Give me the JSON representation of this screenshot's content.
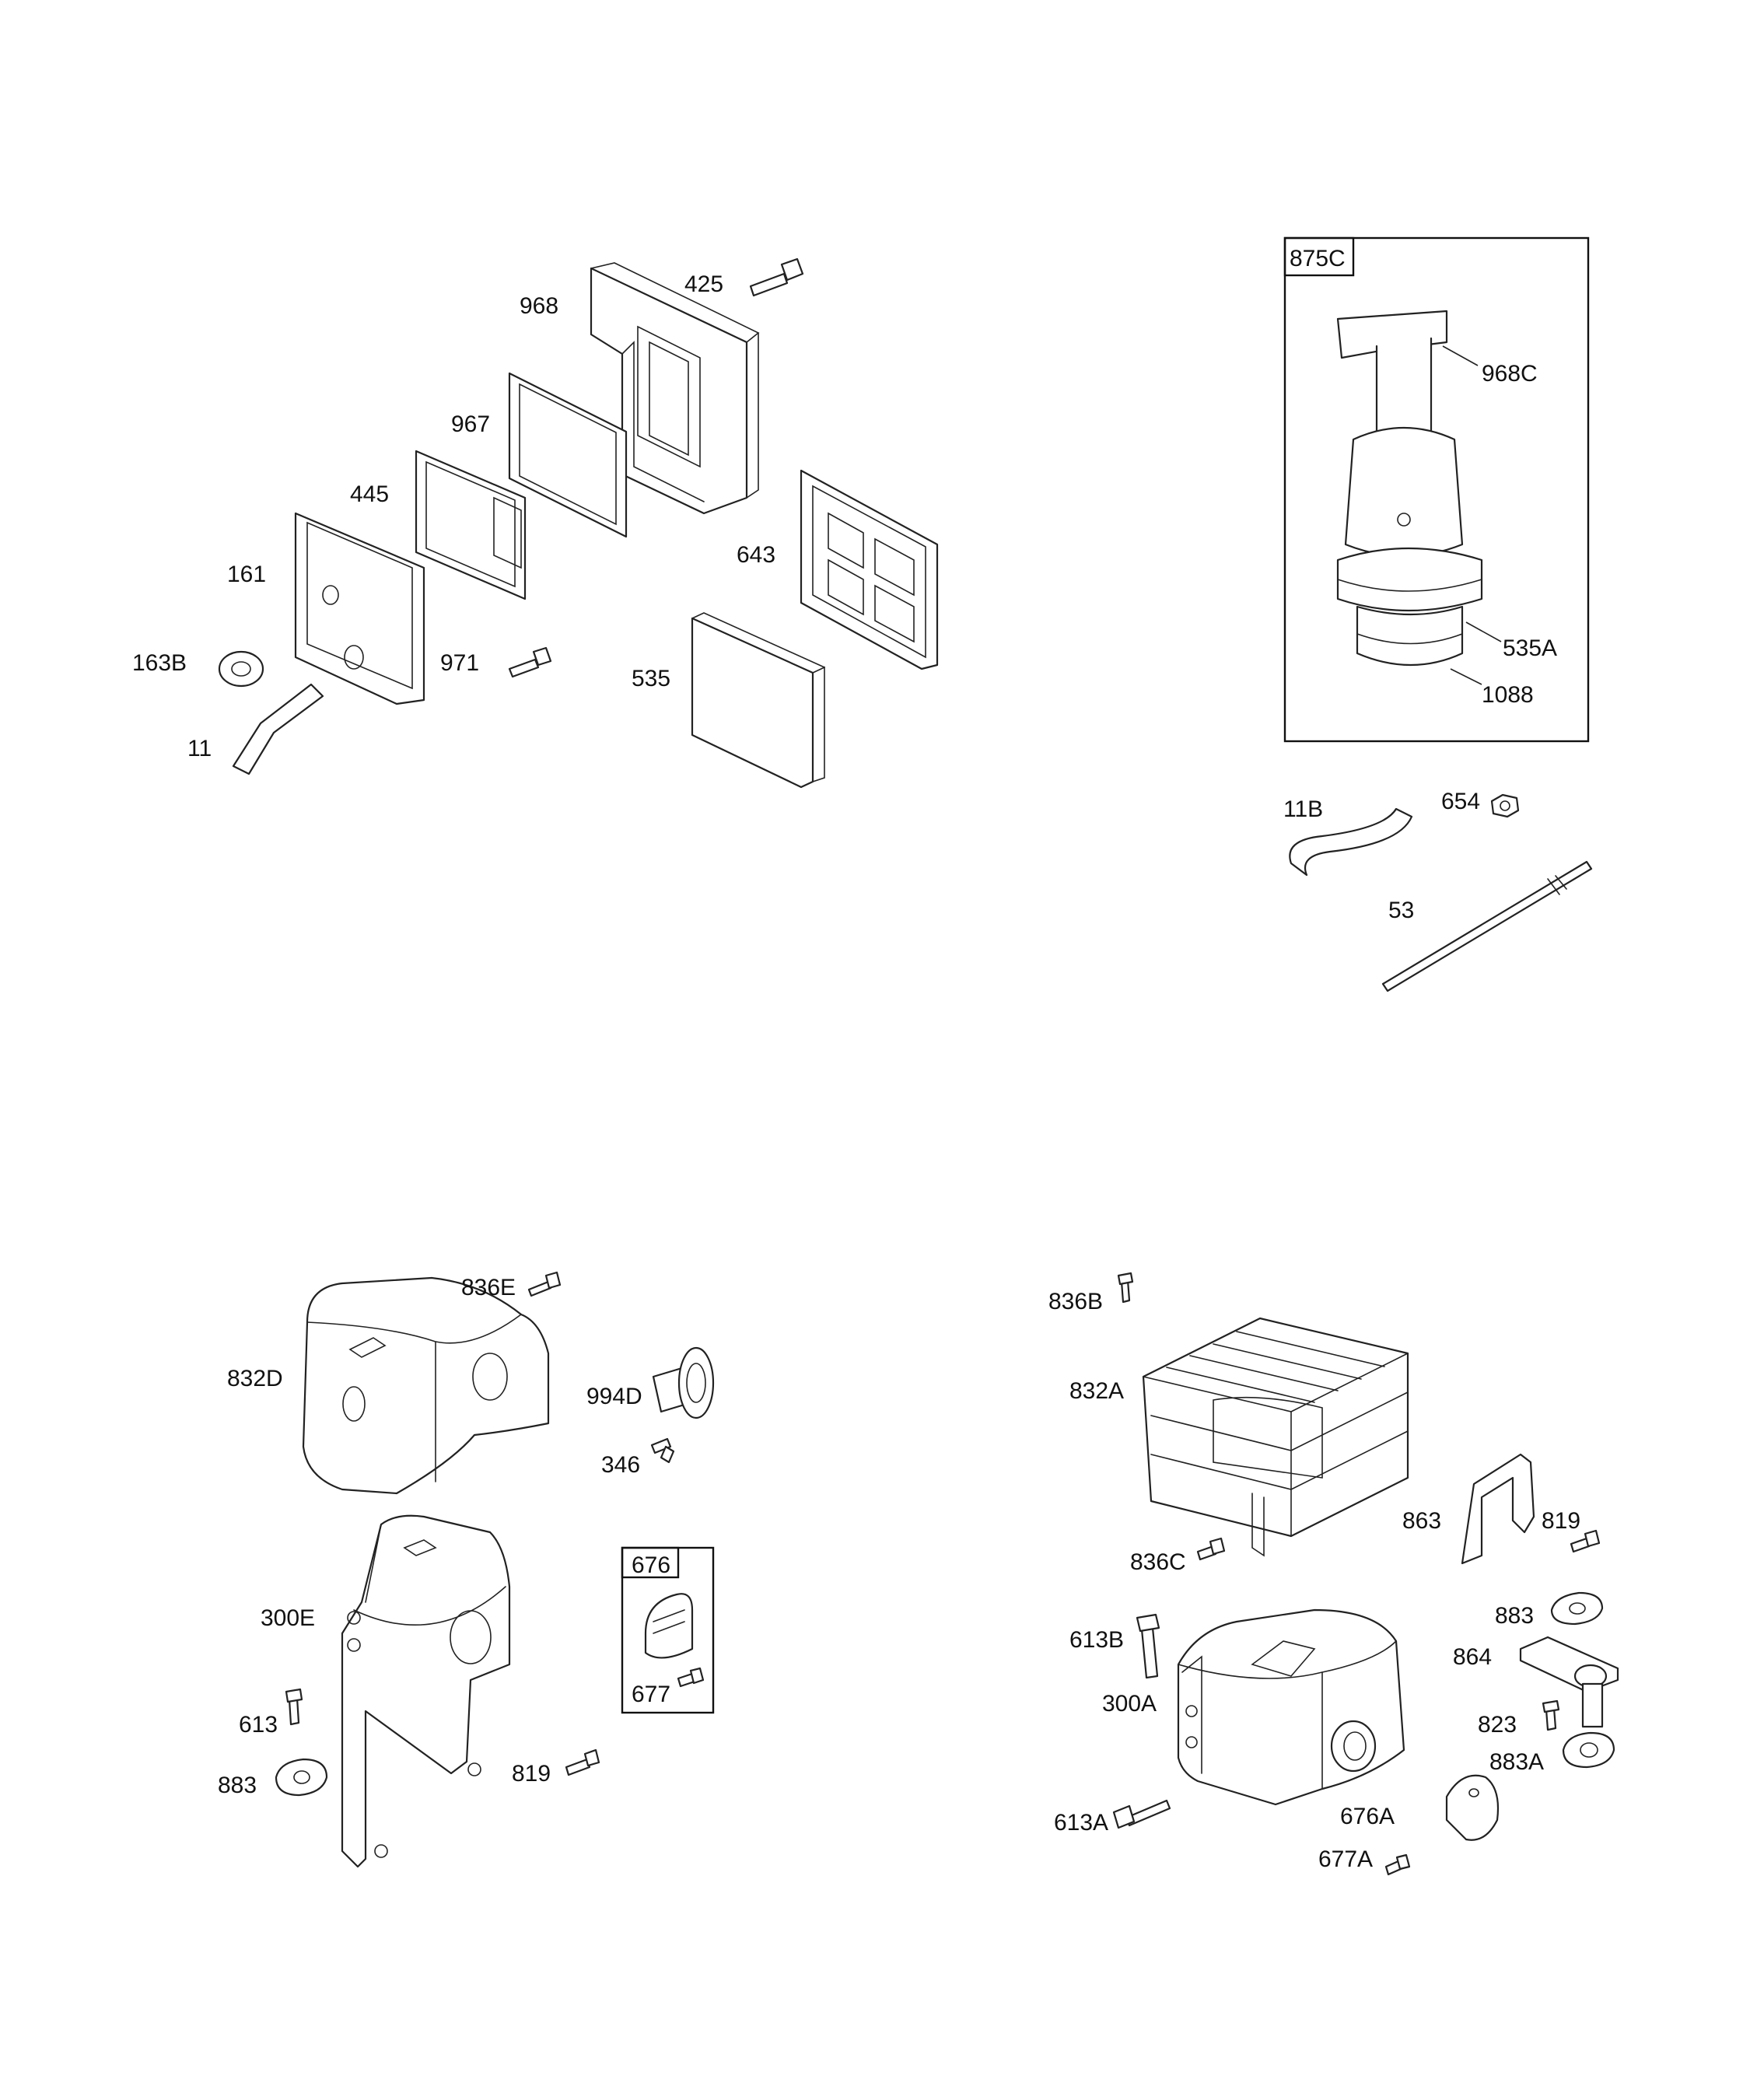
{
  "labels": {
    "p425": "425",
    "p968": "968",
    "p967": "967",
    "p445": "445",
    "p161": "161",
    "p163B": "163B",
    "p971": "971",
    "p11": "11",
    "p643": "643",
    "p535": "535",
    "p875C": "875C",
    "p968C": "968C",
    "p535A": "535A",
    "p1088": "1088",
    "p11B": "11B",
    "p654": "654",
    "p53": "53",
    "p836E": "836E",
    "p832D": "832D",
    "p994D": "994D",
    "p346": "346",
    "p300E": "300E",
    "p676": "676",
    "p677": "677",
    "p613": "613",
    "p883": "883",
    "p819": "819",
    "p836B": "836B",
    "p832A": "832A",
    "p863": "863",
    "p819b": "819",
    "p836C": "836C",
    "p883b": "883",
    "p613B": "613B",
    "p864": "864",
    "p300A": "300A",
    "p823": "823",
    "p883A": "883A",
    "p613A": "613A",
    "p676A": "676A",
    "p677A": "677A"
  }
}
